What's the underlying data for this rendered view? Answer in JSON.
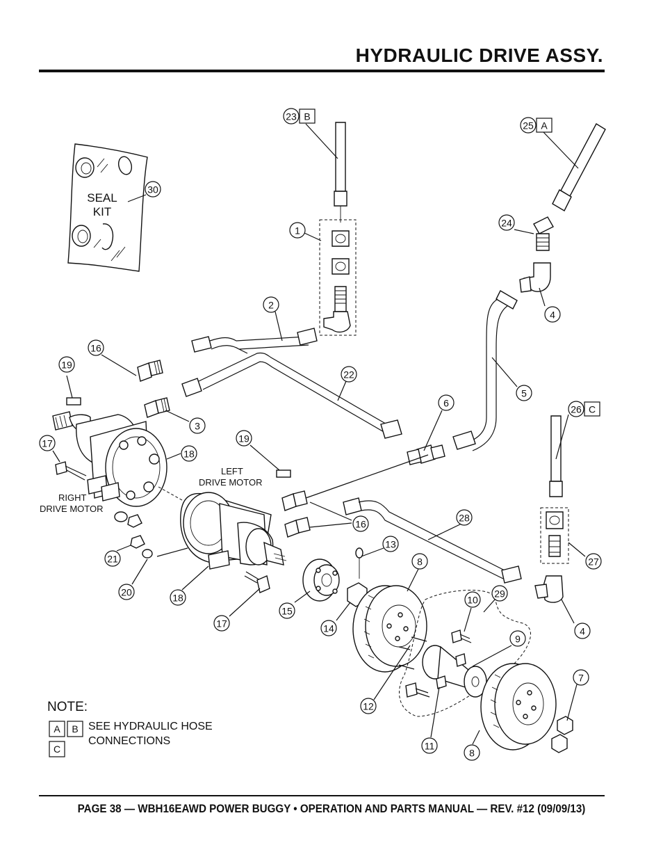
{
  "header": {
    "title": "HYDRAULIC DRIVE ASSY."
  },
  "footer": {
    "text": "PAGE 38 — WBH16EAWD POWER BUGGY • OPERATION AND PARTS MANUAL — REV. #12 (09/09/13)"
  },
  "seal_kit": {
    "line1": "SEAL",
    "line2": "KIT"
  },
  "labels": {
    "right_motor_1": "RIGHT",
    "right_motor_2": "DRIVE MOTOR",
    "left_motor_1": "LEFT",
    "left_motor_2": "DRIVE MOTOR"
  },
  "note": {
    "title": "NOTE:",
    "box_a": "A",
    "box_b": "B",
    "box_c": "C",
    "line1": "SEE HYDRAULIC HOSE",
    "line2": "CONNECTIONS"
  },
  "callouts": [
    {
      "id": "c23",
      "num": "23",
      "tag": "B"
    },
    {
      "id": "c25",
      "num": "25",
      "tag": "A"
    },
    {
      "id": "c30",
      "num": "30"
    },
    {
      "id": "c1",
      "num": "1"
    },
    {
      "id": "c24",
      "num": "24"
    },
    {
      "id": "c2",
      "num": "2"
    },
    {
      "id": "c4a",
      "num": "4"
    },
    {
      "id": "c16a",
      "num": "16"
    },
    {
      "id": "c19a",
      "num": "19"
    },
    {
      "id": "c22",
      "num": "22"
    },
    {
      "id": "c5",
      "num": "5"
    },
    {
      "id": "c6",
      "num": "6"
    },
    {
      "id": "c3",
      "num": "3"
    },
    {
      "id": "c26",
      "num": "26",
      "tag": "C"
    },
    {
      "id": "c17a",
      "num": "17"
    },
    {
      "id": "c18a",
      "num": "18"
    },
    {
      "id": "c19b",
      "num": "19"
    },
    {
      "id": "c16b",
      "num": "16"
    },
    {
      "id": "c28",
      "num": "28"
    },
    {
      "id": "c13",
      "num": "13"
    },
    {
      "id": "c21",
      "num": "21"
    },
    {
      "id": "c27",
      "num": "27"
    },
    {
      "id": "c8a",
      "num": "8"
    },
    {
      "id": "c20",
      "num": "20"
    },
    {
      "id": "c18b",
      "num": "18"
    },
    {
      "id": "c29",
      "num": "29"
    },
    {
      "id": "c10",
      "num": "10"
    },
    {
      "id": "c15",
      "num": "15"
    },
    {
      "id": "c4b",
      "num": "4"
    },
    {
      "id": "c17b",
      "num": "17"
    },
    {
      "id": "c14",
      "num": "14"
    },
    {
      "id": "c9",
      "num": "9"
    },
    {
      "id": "c7",
      "num": "7"
    },
    {
      "id": "c12",
      "num": "12"
    },
    {
      "id": "c11",
      "num": "11"
    },
    {
      "id": "c8b",
      "num": "8"
    }
  ]
}
